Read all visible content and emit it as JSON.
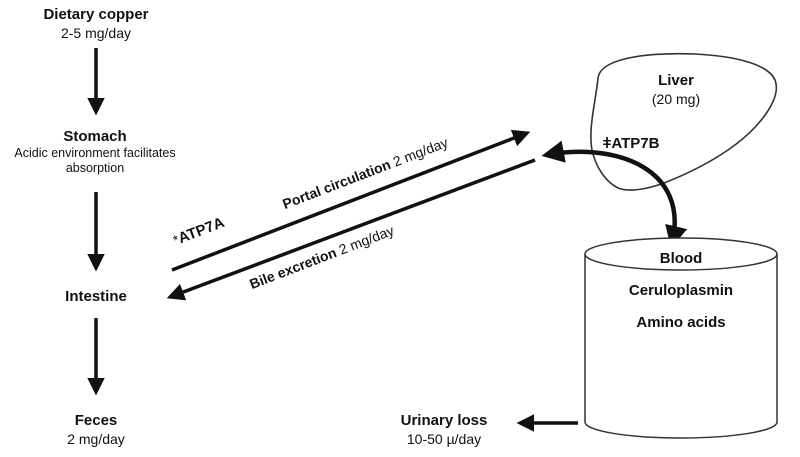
{
  "diagram": {
    "dietary": {
      "title": "Dietary copper",
      "value": "2-5 mg/day"
    },
    "stomach": {
      "title": "Stomach",
      "note_line1": "Acidic environment facilitates",
      "note_line2": "absorption"
    },
    "intestine": {
      "title": "Intestine"
    },
    "feces": {
      "title": "Feces",
      "value": "2 mg/day"
    },
    "atp7a": {
      "prefix": "*",
      "label": "ATP7A"
    },
    "portal": {
      "name": "Portal circulation",
      "value": "2 mg/day"
    },
    "bile": {
      "name": "Bile excretion",
      "value": "2 mg/day"
    },
    "liver": {
      "title": "Liver",
      "value": "(20 mg)"
    },
    "atp7b": {
      "prefix": "ǂ",
      "label": "ATP7B"
    },
    "blood": {
      "title": "Blood",
      "item1": "Ceruloplasmin",
      "item2": "Amino acids"
    },
    "urinary": {
      "title": "Urinary loss",
      "value": "10-50 µ/day"
    }
  }
}
